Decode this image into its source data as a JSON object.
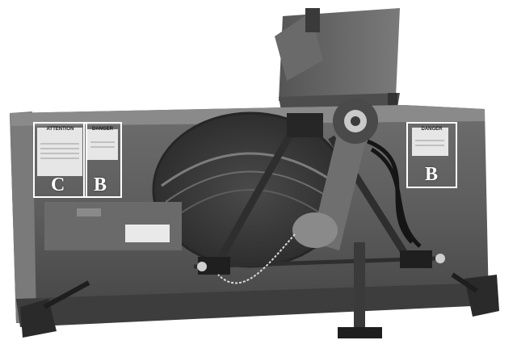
{
  "callouts": [
    {
      "letter": "C",
      "decal_heading": "ATTENTION"
    },
    {
      "letter": "B",
      "decal_heading": "DANGER"
    },
    {
      "letter": "B",
      "decal_heading": "DANGER"
    }
  ],
  "colors": {
    "callout_border": "#ffffff",
    "machine_body": "#5a5a5a",
    "background": "#ffffff"
  }
}
